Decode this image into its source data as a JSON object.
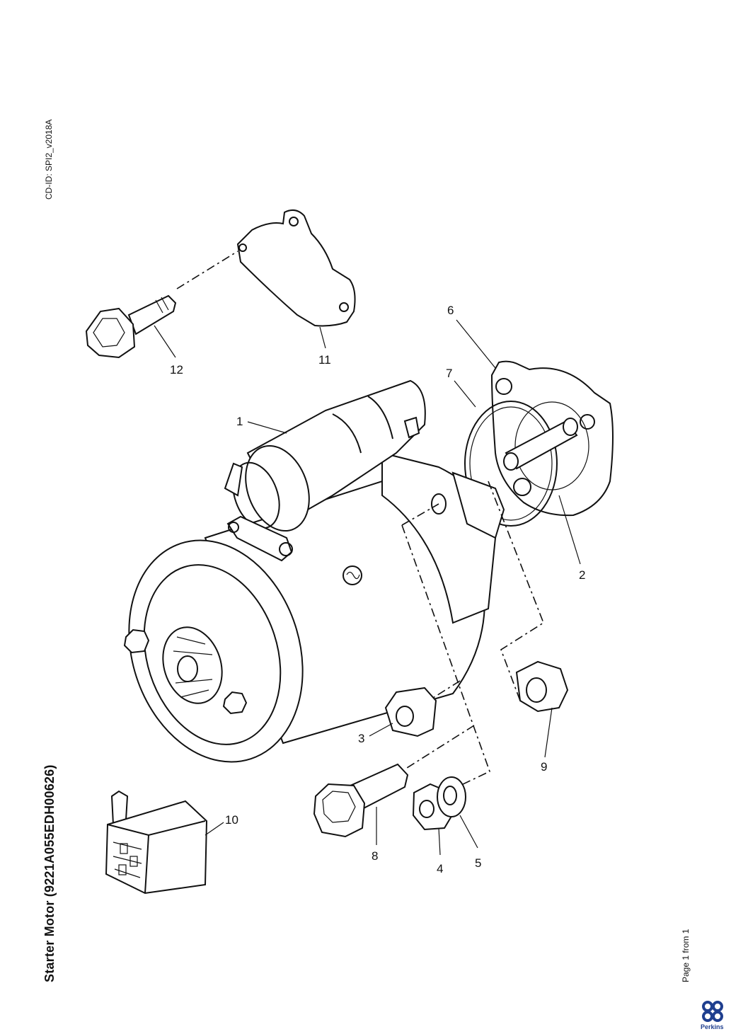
{
  "document": {
    "cd_id": "CD-ID: SPI2_v2018A",
    "title": "Starter Motor (9221A055EDH00626)",
    "page_info": "Page 1 from 1",
    "brand": "Perkins"
  },
  "callouts": {
    "c1": "1",
    "c2": "2",
    "c3": "3",
    "c4": "4",
    "c5": "5",
    "c6": "6",
    "c7": "7",
    "c8": "8",
    "c9": "9",
    "c10": "10",
    "c11": "11",
    "c12": "12"
  }
}
